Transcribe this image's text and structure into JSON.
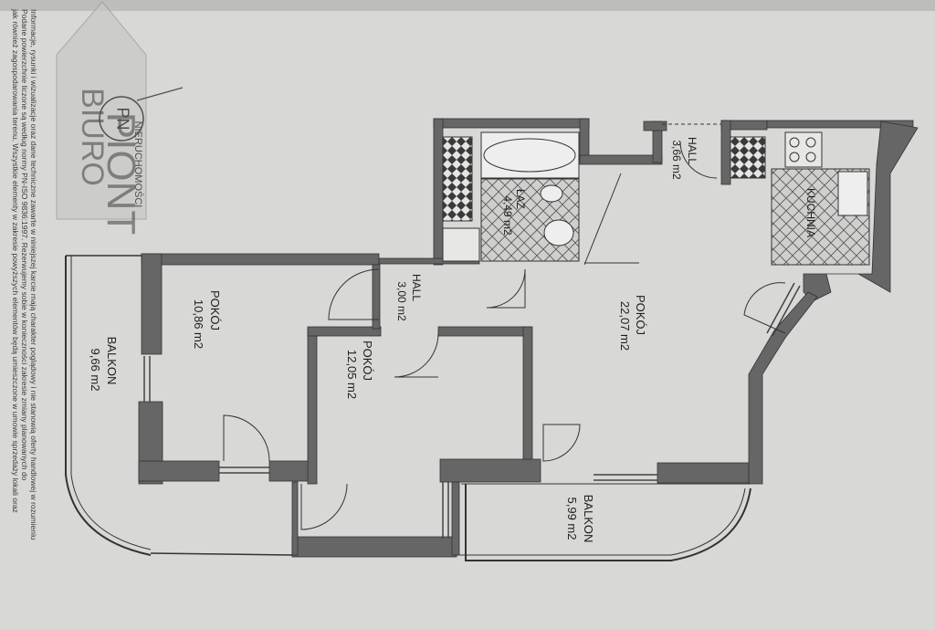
{
  "rooms": {
    "hall_top": {
      "name": "HALL",
      "area": "3,66 m2"
    },
    "lazienka": {
      "name": "ŁAZ",
      "area": "4,49 m2"
    },
    "kuchnia": {
      "name": "KUCHNIA"
    },
    "hall_mid": {
      "name": "HALL",
      "area": "3,00 m2"
    },
    "pokoj_left": {
      "name": "POKÓJ",
      "area": "10,86 m2"
    },
    "pokoj_mid": {
      "name": "POKÓJ",
      "area": "12,05 m2"
    },
    "pokoj_main": {
      "name": "POKÓJ",
      "area": "22,07 m2"
    },
    "balkon_left": {
      "name": "BALKON",
      "area": "9,66 m2"
    },
    "balkon_right": {
      "name": "BALKON",
      "area": "5,99 m2"
    }
  },
  "logo": {
    "monogram": "PN",
    "lines": [
      "BIURO",
      "NIERUCHOMOŚCI",
      "PIONT"
    ]
  },
  "disclaimer": {
    "lines": [
      "Informacje, rysunki i wizualizacje oraz dane techniczne zawarte w niniejszej karcie mają charakter poglądowy i nie stanowią oferty handlowej w rozumieniu",
      "Podane powierzchnie liczone są według normy PN-ISO 9836:1997. Rezerwujemy sobie w konieczności zakresie zmiany planowanych do",
      "jak również zagospodarowania terenu. Wszystkie elementy w zakresie powyższych elementów będą umieszczone w umowie sprzedaży lokali oraz"
    ]
  },
  "colors": {
    "paper": "#d9d9d7",
    "wall": "#666666",
    "line": "#2a2a2a"
  }
}
